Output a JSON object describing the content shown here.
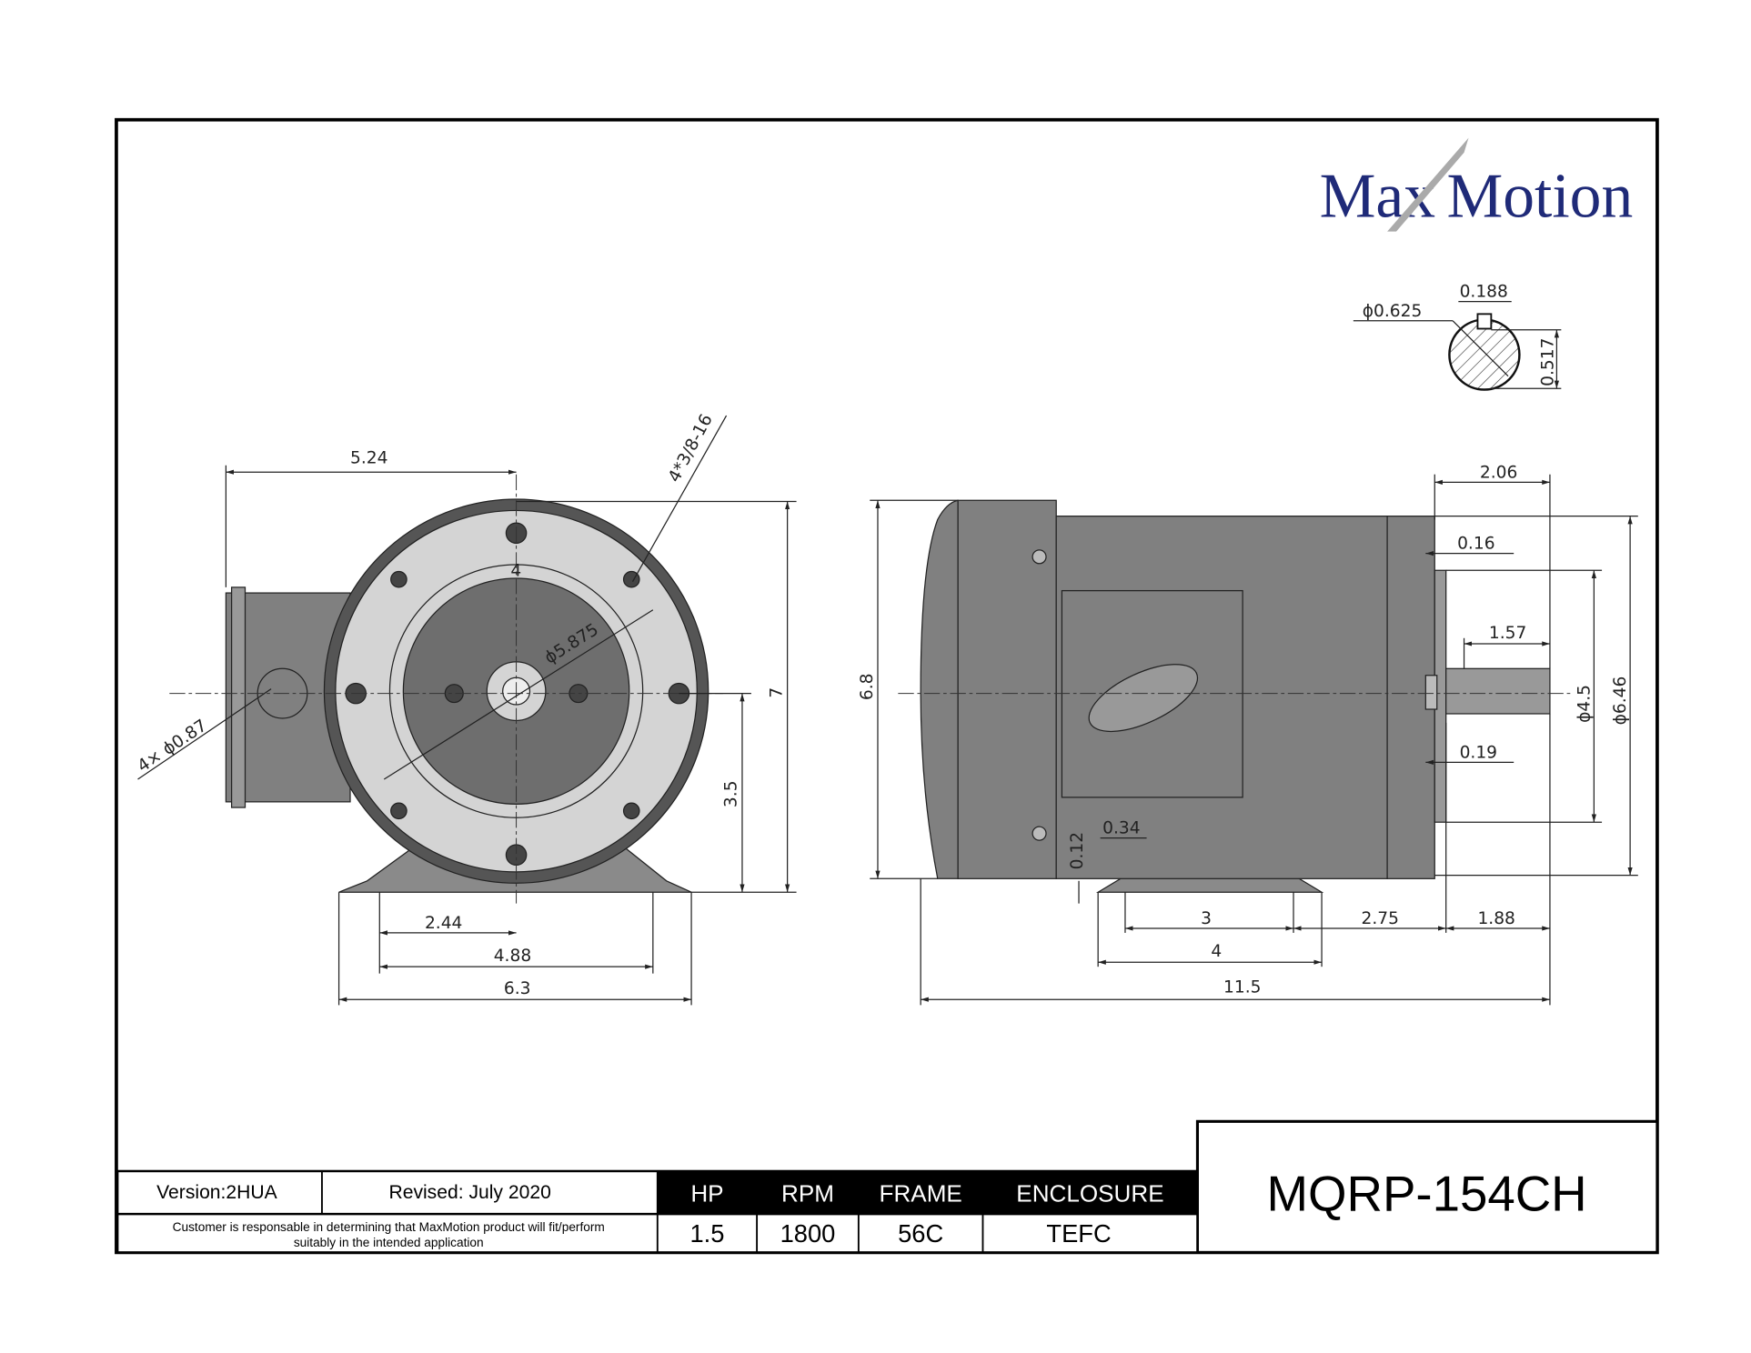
{
  "logo": {
    "text": "MaxMotion",
    "part1": "Max",
    "part2": "Motion",
    "color": "#1f2a78"
  },
  "shaft_detail": {
    "diameter": "ϕ0.625",
    "key_width": "0.188",
    "key_depth": "0.517"
  },
  "front_view": {
    "width_to_center": "5.24",
    "tapped_holes": "4*3/8-16",
    "bolt_circle": "ϕ5.875",
    "conduit_holes": "4× ϕ0.87",
    "center_mark": "4",
    "height": "7",
    "shaft_height": "3.5",
    "half_foot_spacing": "2.44",
    "foot_spacing": "4.88",
    "base_width": "6.3"
  },
  "side_view": {
    "height": "6.8",
    "end_length": "2.06",
    "flange_offset": "0.16",
    "shaft_length": "1.57",
    "pilot_diameter": "ϕ4.5",
    "flange_diameter": "ϕ6.46",
    "flange_thickness": "0.19",
    "foot_thickness": "0.12",
    "slot_width": "0.34",
    "foot_hole_spacing": "3",
    "foot_length": "4",
    "foot_to_shoulder": "2.75",
    "shaft_extension": "1.88",
    "overall_length": "11.5"
  },
  "title_block": {
    "version": "Version:2HUA",
    "revised": "Revised: July 2020",
    "disclaimer_line1": "Customer is responsable in determining that MaxMotion product will fit/perform",
    "disclaimer_line2": "suitably in the intended application",
    "headers": [
      "HP",
      "RPM",
      "FRAME",
      "ENCLOSURE"
    ],
    "values": [
      "1.5",
      "1800",
      "56C",
      "TEFC"
    ],
    "model": "MQRP-154CH"
  },
  "colors": {
    "motor_body": "#808080",
    "face_plate": "#d4d4d4",
    "dark_face": "#6e6e6e",
    "title_header_bg": "#000000"
  }
}
